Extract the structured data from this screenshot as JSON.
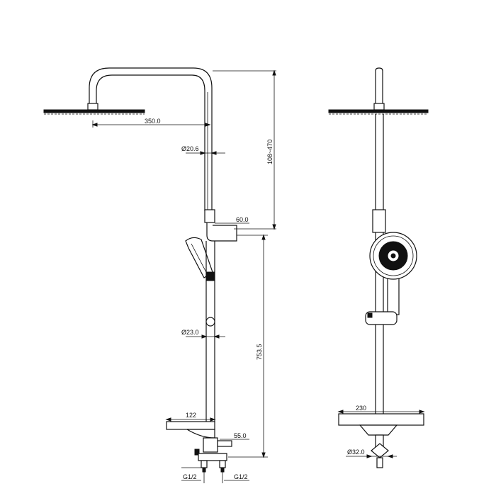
{
  "dimensions": {
    "arm_reach": "350.0",
    "upper_pipe_diameter": "Ø20.6",
    "height_adjust": "108~470",
    "holder_projection": "60.0",
    "lower_pipe_diameter": "Ø23.0",
    "riser_height": "753.5",
    "shelf_depth": "122",
    "valve_projection": "55.0",
    "inlet_left": "G1/2",
    "inlet_right": "G1/2",
    "shelf_width": "230",
    "outlet_diameter": "Ø32.0"
  }
}
